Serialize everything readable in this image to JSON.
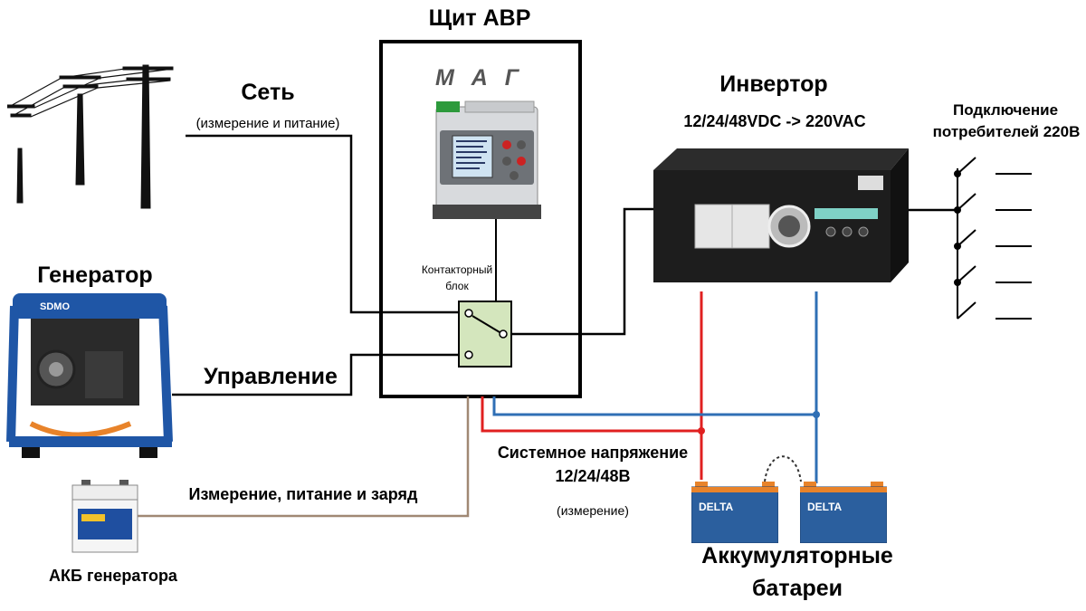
{
  "title": "Щит АВР",
  "controller": {
    "name": "М А Г"
  },
  "labels": {
    "grid": "Сеть",
    "grid_sub": "(измерение и питание)",
    "generator": "Генератор",
    "control": "Управление",
    "contactor": "Контакторный",
    "contactor2": "блок",
    "inverter": "Инвертор",
    "inverter_spec": "12/24/48VDC -> 220VAC",
    "consumers": "Подключение",
    "consumers2": "потребителей 220В",
    "system_voltage": "Системное напряжение",
    "system_voltage2": "12/24/48В",
    "measurement": "(измерение)",
    "measure_charge": "Измерение, питание и заряд",
    "gen_battery": "АКБ генератора",
    "batteries": "Аккумуляторные",
    "batteries2": "батареи"
  },
  "battery_brand": "DELTA",
  "colors": {
    "wire": "#000000",
    "positive": "#e02020",
    "negative": "#2f6fb5",
    "measure": "#a08874",
    "contactor_fill": "#d4e6bd",
    "generator_blue": "#1f56a6",
    "inverter_body": "#1d1d1d",
    "battery_blue": "#2b5f9e",
    "battery_orange": "#e8832a"
  }
}
